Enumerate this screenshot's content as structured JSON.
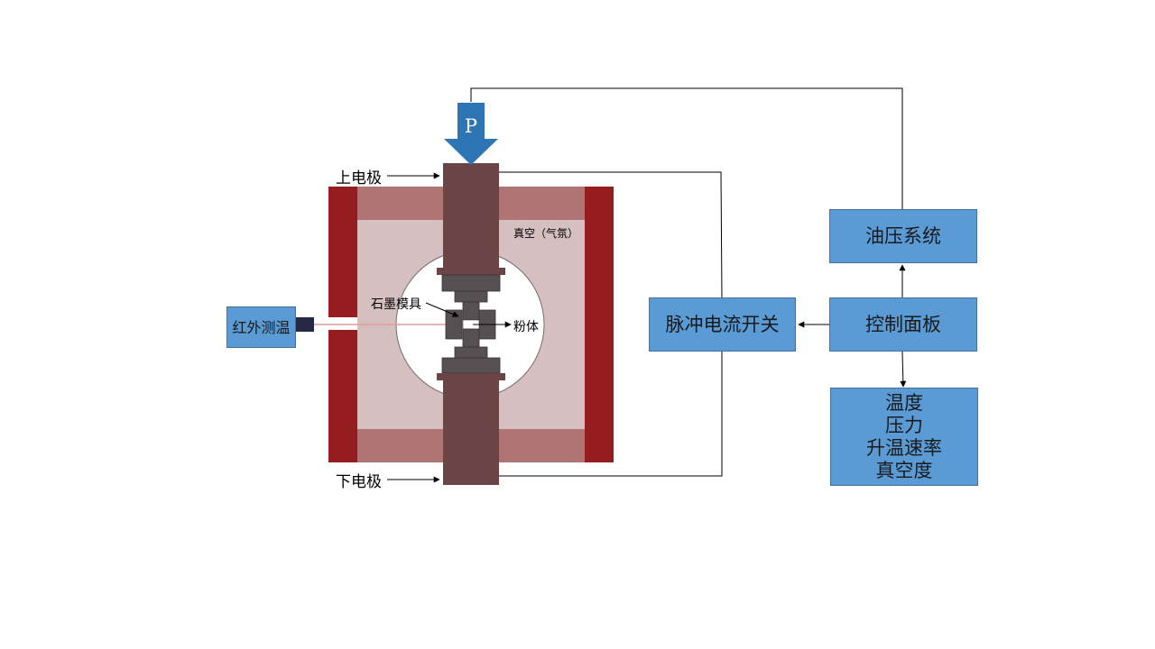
{
  "diagram": {
    "pressure_label": "P",
    "upper_electrode_label": "上电极",
    "lower_electrode_label": "下电极",
    "vacuum_label": "真空（气氛）",
    "graphite_mold_label": "石墨模具",
    "powder_label": "粉体",
    "infrared_label": "红外测温",
    "pulse_switch_label": "脉冲电流开关",
    "hydraulic_label": "油压系统",
    "control_panel_label": "控制面板",
    "parameters": [
      "温度",
      "压力",
      "升温速率",
      "真空度"
    ]
  },
  "colors": {
    "box_fill": "#5b9bd5",
    "box_border": "#41719c",
    "electrode": "#6b4446",
    "chamber_wall": "#951d1f",
    "chamber_band": "#b07474",
    "chamber_inner": "#d5bfc0",
    "mold_dark": "#575052",
    "arrow_blue": "#2e75b6",
    "ir_beam": "#e59a9a"
  }
}
